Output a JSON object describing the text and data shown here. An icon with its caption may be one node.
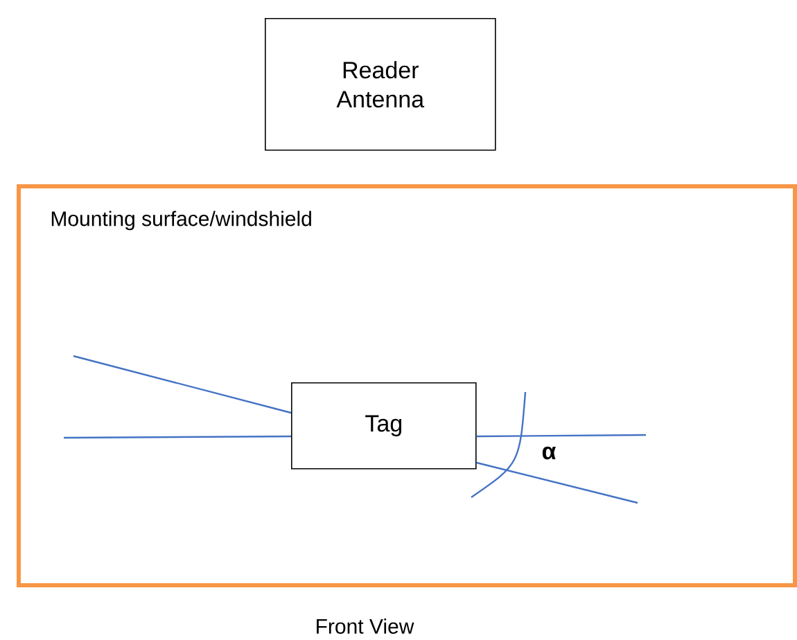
{
  "diagram": {
    "caption": "Front View",
    "nodes": [
      {
        "text": [
          "Reader Antenna"
        ]
      },
      {
        "text": [
          "Mounting surface/windshield"
        ]
      },
      {
        "text": [
          "Tag"
        ],
        "in": 1
      }
    ],
    "edges": [
      {
        "from": null,
        "to": 2,
        "arrow": "none",
        "color": "#4472c4"
      },
      {
        "from": null,
        "to": 2,
        "arrow": "none",
        "color": "#4472c4"
      },
      {
        "from": null,
        "to": 2,
        "arrow": "none",
        "color": "#4472c4"
      },
      {
        "from": null,
        "to": 2,
        "arrow": "none",
        "color": "#4472c4"
      }
    ],
    "labels": [
      "α"
    ]
  }
}
